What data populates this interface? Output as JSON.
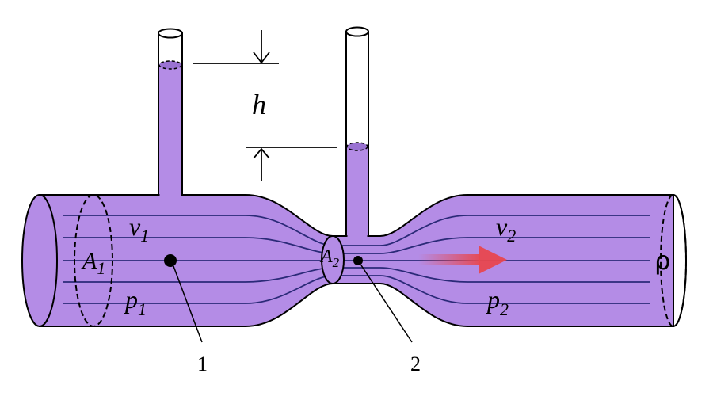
{
  "diagram": {
    "colors": {
      "fluid": "#b48ce6",
      "fluid_dark": "#9a72d2",
      "streamline": "#2b2a78",
      "outline": "#000000",
      "arrow": "#e8474f"
    },
    "labels": {
      "height": "h",
      "area1_letter": "A",
      "area1_sub": "1",
      "area2_letter": "A",
      "area2_sub": "2",
      "velocity1_letter": "v",
      "velocity1_sub": "1",
      "velocity2_letter": "v",
      "velocity2_sub": "2",
      "pressure1_letter": "p",
      "pressure1_sub": "1",
      "pressure2_letter": "p",
      "pressure2_sub": "2",
      "density": "ρ",
      "point1": "1",
      "point2": "2"
    },
    "icons": {
      "flow": "flow-direction-arrow-icon",
      "dimension_top": "dimension-arrow-down-icon",
      "dimension_bottom": "dimension-arrow-up-icon"
    }
  }
}
